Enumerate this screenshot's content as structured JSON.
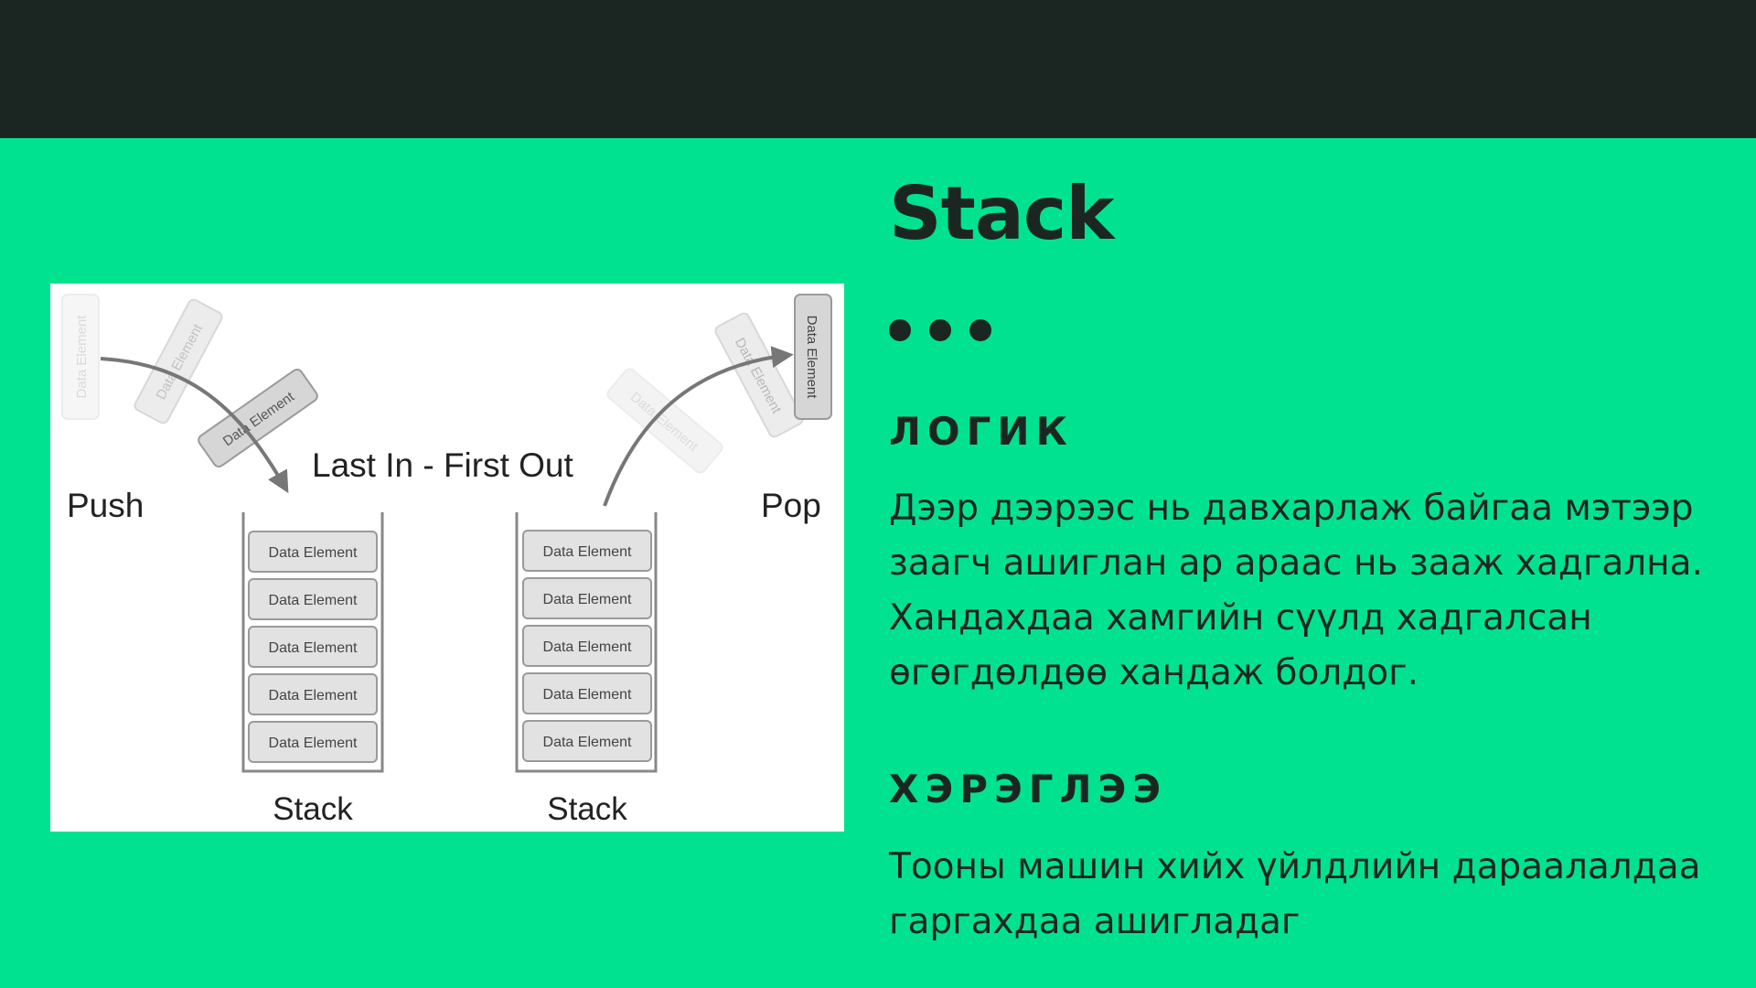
{
  "slide": {
    "title": "Stack",
    "section1": {
      "heading": "ЛОГИК",
      "lines": [
        "Дээр дээрээс нь давхарлаж байгаа мэтээр",
        "заагч ашиглан ар араас нь зааж хадгална.",
        "Хандахдаа хамгийн сүүлд хадгалсан",
        "өгөгдөлдөө хандаж болдог."
      ]
    },
    "section2": {
      "heading": "ХЭРЭГЛЭЭ",
      "lines": [
        "Тооны машин хийх үйлдлийн дараалалдаа",
        "гаргахдаа ашигладаг"
      ]
    }
  },
  "diagram": {
    "caption": "Last In - First Out",
    "push_label": "Push",
    "pop_label": "Pop",
    "element_label": "Data Element",
    "stack_label": "Stack"
  }
}
